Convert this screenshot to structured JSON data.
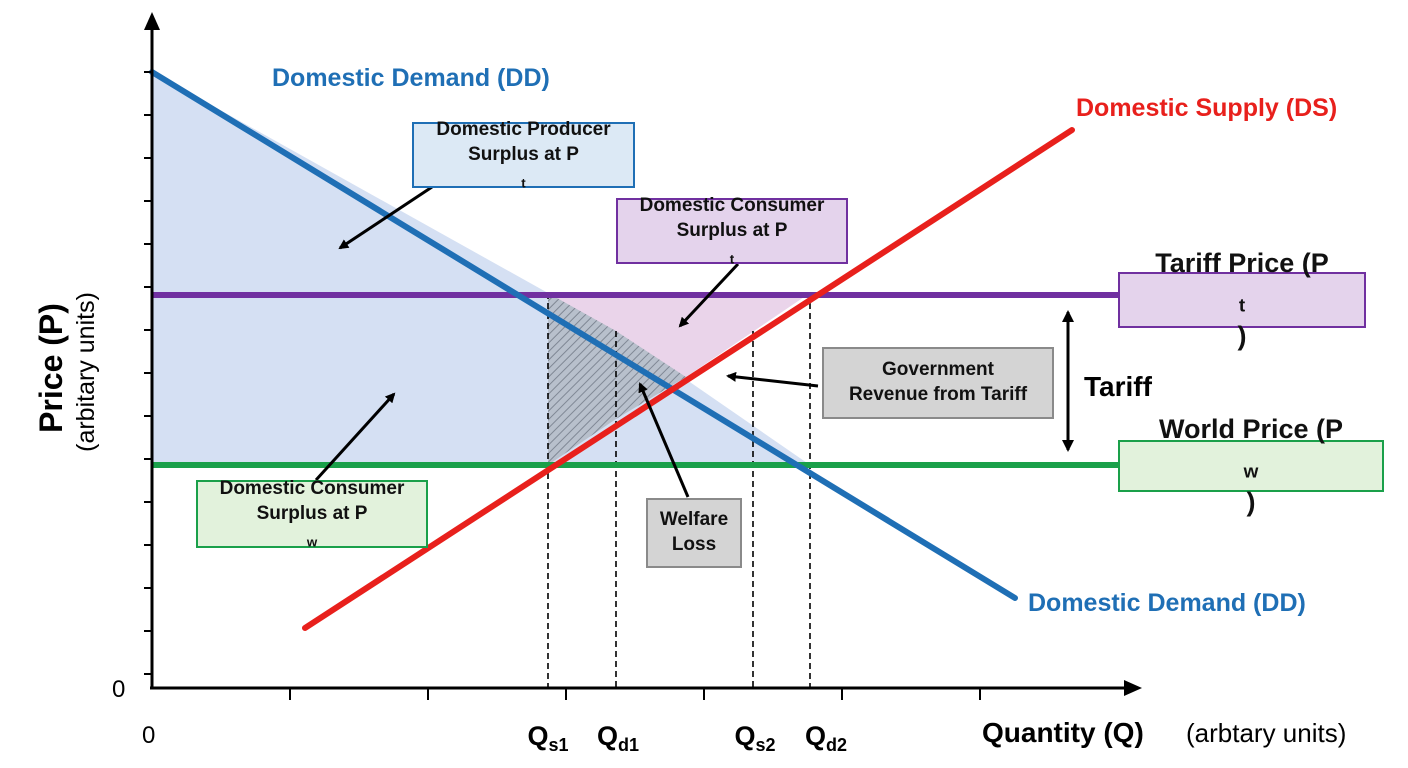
{
  "axes": {
    "origin_y_label": "0",
    "origin_x_label": "0",
    "y_title": "Price (P)",
    "y_unit": "(arbitary units)",
    "x_title": "Quantity (Q)",
    "x_unit": "(arbtary units)",
    "x_ticks": [
      {
        "main": "Q",
        "sub": "s1"
      },
      {
        "main": "Q",
        "sub": "d1"
      },
      {
        "main": "Q",
        "sub": "s2"
      },
      {
        "main": "Q",
        "sub": "d2"
      }
    ]
  },
  "curves": {
    "demand_top": "Domestic Demand (DD)",
    "demand_bottom": "Domestic Demand (DD)",
    "supply": "Domestic Supply (DS)"
  },
  "price_boxes": {
    "tariff": {
      "main": "Tariff Price (P",
      "sub": "t",
      "close": ")"
    },
    "world": {
      "main": "World Price (P",
      "sub": "w",
      "close": ")"
    }
  },
  "tariff_label": "Tariff",
  "callouts": {
    "producer_surplus": {
      "line1": "Domestic Producer",
      "line2": "Surplus at P",
      "sub": "t"
    },
    "consumer_surplus_pt": {
      "line1": "Domestic Consumer",
      "line2": "Surplus at P",
      "sub": "t"
    },
    "government_revenue": {
      "line1": "Government",
      "line2": "Revenue from Tariff"
    },
    "consumer_surplus_pw": {
      "line1": "Domestic Consumer",
      "line2": "Surplus at P",
      "sub": "w"
    },
    "welfare_loss": {
      "line1": "Welfare",
      "line2": "Loss"
    }
  },
  "colors": {
    "demand": "#1f6fb5",
    "supply": "#e8201c",
    "tariff_line": "#7030a0",
    "world_line": "#1aa04a",
    "blue_fill": "#d5e0f3",
    "pink_fill": "#e8cfe8",
    "grey_box": "#d4d4d4",
    "green_box": "#e2f2dc",
    "purple_box": "#e4d3ec",
    "blue_box": "#dce9f5"
  }
}
